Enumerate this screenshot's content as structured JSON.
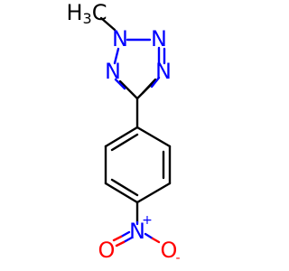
{
  "molecule": {
    "atoms": {
      "methyl": {
        "label": "H",
        "subscript": "3",
        "tail": "C",
        "color": "#000000"
      },
      "n1": {
        "label": "N",
        "color": "#0000ff"
      },
      "n2": {
        "label": "N",
        "color": "#0000ff"
      },
      "n3": {
        "label": "N",
        "color": "#0000ff"
      },
      "n4": {
        "label": "N",
        "color": "#0000ff"
      },
      "nitro_n": {
        "label": "N",
        "charge": "+",
        "color": "#0000ff"
      },
      "o_left": {
        "label": "O",
        "color": "#ff0000"
      },
      "o_right": {
        "label": "O",
        "charge": "-",
        "color": "#ff0000"
      }
    },
    "colors": {
      "bond": "#000000",
      "nitrogen": "#0000ff",
      "oxygen": "#ff0000"
    }
  }
}
